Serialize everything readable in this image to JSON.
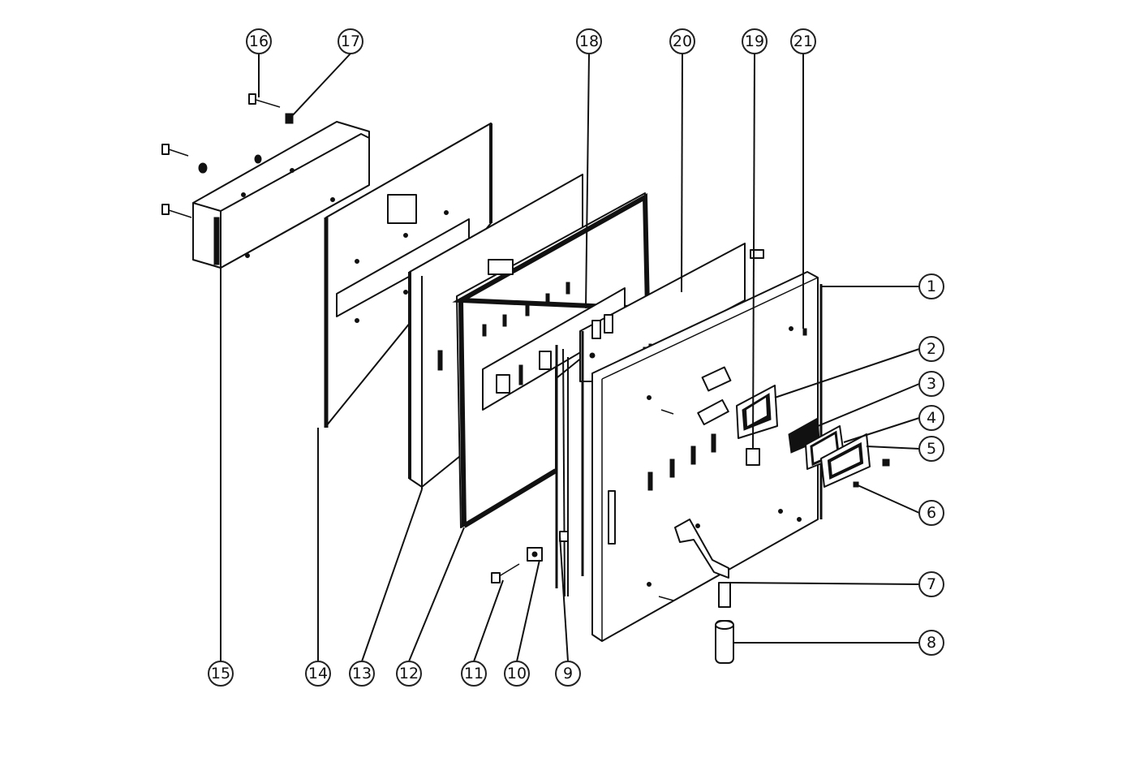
{
  "diagram": {
    "type": "exploded-parts-view",
    "colors": {
      "line": "#111111",
      "background": "#ffffff"
    },
    "callouts": [
      {
        "id": "1",
        "label": "1"
      },
      {
        "id": "2",
        "label": "2"
      },
      {
        "id": "3",
        "label": "3"
      },
      {
        "id": "4",
        "label": "4"
      },
      {
        "id": "5",
        "label": "5"
      },
      {
        "id": "6",
        "label": "6"
      },
      {
        "id": "7",
        "label": "7"
      },
      {
        "id": "8",
        "label": "8"
      },
      {
        "id": "9",
        "label": "9"
      },
      {
        "id": "10",
        "label": "10"
      },
      {
        "id": "11",
        "label": "11"
      },
      {
        "id": "12",
        "label": "12"
      },
      {
        "id": "13",
        "label": "13"
      },
      {
        "id": "14",
        "label": "14"
      },
      {
        "id": "15",
        "label": "15"
      },
      {
        "id": "16",
        "label": "16"
      },
      {
        "id": "17",
        "label": "17"
      },
      {
        "id": "18",
        "label": "18"
      },
      {
        "id": "19",
        "label": "19"
      },
      {
        "id": "20",
        "label": "20"
      },
      {
        "id": "21",
        "label": "21"
      }
    ]
  }
}
